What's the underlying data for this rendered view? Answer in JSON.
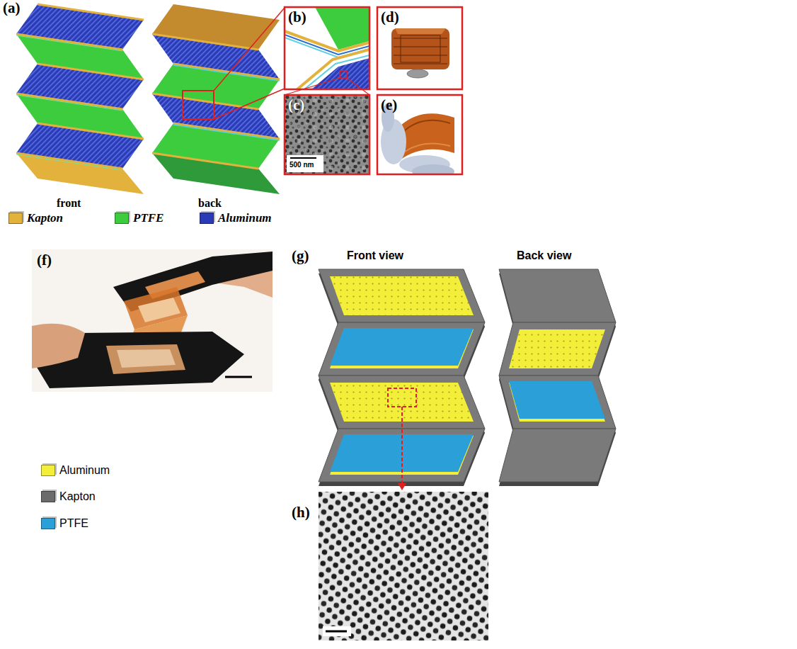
{
  "diagram": {
    "labels": [
      "(a)",
      "front",
      "back",
      "(b)",
      "(c)",
      "500 nm",
      "(d)",
      "(e)",
      "(f)",
      "(g)",
      "Front view",
      "Back view",
      "(h)"
    ],
    "legend": [
      {
        "text": "Kapton",
        "color": "#e3b23c"
      },
      {
        "text": "PTFE",
        "color": "#3dcc3d"
      },
      {
        "text": "Aluminum",
        "color": "#2a3bb5"
      },
      {
        "text": "Aluminum",
        "color": "#f2ee3a"
      },
      {
        "text": "Kapton",
        "color": "#6b6b6b"
      },
      {
        "text": "PTFE",
        "color": "#2a9fd8"
      }
    ]
  }
}
